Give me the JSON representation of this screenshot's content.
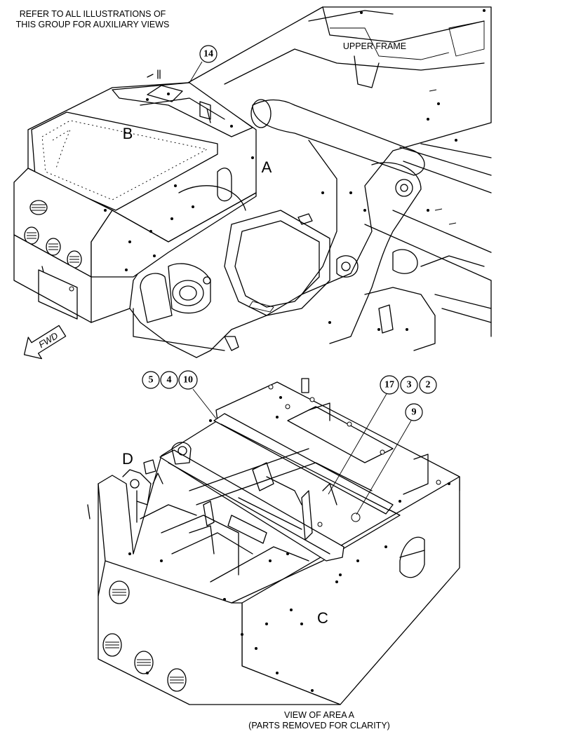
{
  "notes": {
    "refer_line1": "REFER TO ALL ILLUSTRATIONS OF",
    "refer_line2": "THIS GROUP FOR AUXILIARY VIEWS",
    "upper_frame": "UPPER FRAME",
    "view_line1": "VIEW OF AREA A",
    "view_line2": "(PARTS REMOVED FOR CLARITY)"
  },
  "view_labels": {
    "a": "A",
    "b": "B",
    "c": "C",
    "d": "D"
  },
  "fwd_arrow": {
    "label": "FWD",
    "icon": "forward-arrow-icon"
  },
  "callouts_top": [
    "14"
  ],
  "callouts_bottom_left": [
    "5",
    "4",
    "10"
  ],
  "callouts_bottom_right": [
    "17",
    "3",
    "2"
  ],
  "callouts_single": [
    "9"
  ]
}
